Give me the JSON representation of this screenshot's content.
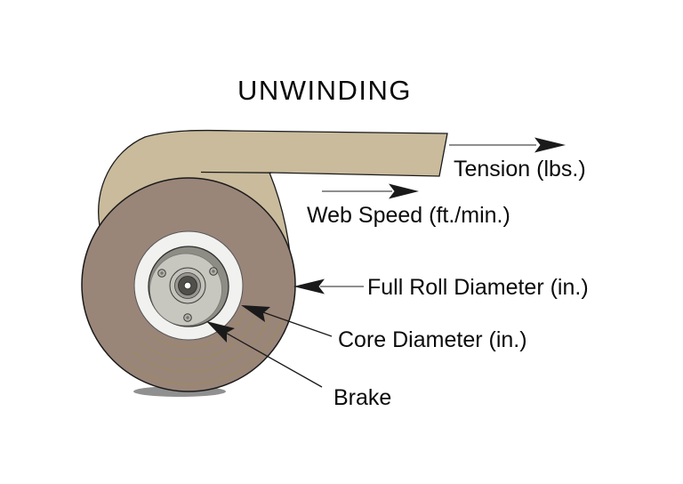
{
  "title": "UNWINDING",
  "labels": {
    "tension": "Tension (lbs.)",
    "web_speed": "Web Speed (ft./min.)",
    "full_roll": "Full Roll Diameter (in.)",
    "core": "Core Diameter (in.)",
    "brake": "Brake"
  },
  "colors": {
    "background": "#FFFFFF",
    "web_tan": "#C9BB9C",
    "roll_face": "#9A8579",
    "winding_arcs": "#9C8A62",
    "roll_shadow": "#909090",
    "core_ring": "#F1F1EF",
    "plate_rim": "#8D8C85",
    "plate_light": "#C7C6BF",
    "screw": "#B5B4AD",
    "hub_outer": "#C3C2BB",
    "hub_mid": "#97958E",
    "hub_dark": "#504F4A",
    "hub_pin": "#FFFFFF",
    "leader_gray": "#8F8F8F",
    "ink": "#1A1A1A"
  }
}
